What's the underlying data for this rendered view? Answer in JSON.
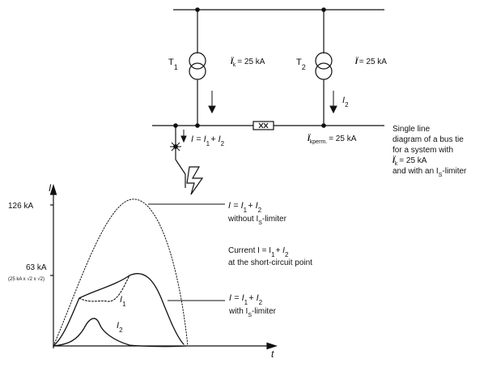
{
  "top_circuit": {
    "t1_label": "T",
    "t1_sub": "1",
    "t1_current_sym": "Ï",
    "t1_current_sub": "k",
    "t1_current_val": "= 25 kA",
    "t2_label": "T",
    "t2_sub": "2",
    "t2_current_sym": "Ï",
    "t2_current_val": "= 25 kA",
    "i2_label": "I",
    "i2_sub": "2",
    "bus_eq_a": "I = I",
    "bus_eq_sub1": "1",
    "bus_eq_b": "+ I",
    "bus_eq_sub2": "2",
    "kperm_sym": "Ï",
    "kperm_sub": "kperm.",
    "kperm_val": "= 25 kA"
  },
  "caption": {
    "line1": "Single line",
    "line2": "diagram of a bus tie",
    "line3": "for a system with",
    "line4_sym": "Ï",
    "line4_sub": "k",
    "line4_val": "= 25 kA",
    "line5_a": "and with an I",
    "line5_sub": "S",
    "line5_b": "-limiter"
  },
  "chart_data": {
    "type": "line",
    "ylabel": "I",
    "xlabel": "t",
    "y_ticks": [
      {
        "value": 126,
        "label": "126 kA"
      },
      {
        "value": 63,
        "label": "63 kA"
      }
    ],
    "y_tick_note": "(25 kA x √2 x √2)",
    "series": [
      {
        "name": "I = I1 + I2 without IS-limiter",
        "style": "dotted"
      },
      {
        "name": "I = I1 + I2 with IS-limiter",
        "style": "solid"
      },
      {
        "name": "I1",
        "style": "solid"
      },
      {
        "name": "I2",
        "style": "solid"
      }
    ],
    "annotations": {
      "upper_eq_a": "I = I",
      "upper_eq_sub1": "1",
      "upper_eq_b": "+ I",
      "upper_eq_sub2": "2",
      "upper_note_a": "without I",
      "upper_note_sub": "S",
      "upper_note_b": "-limiter",
      "current_line1_a": "Current  I = I",
      "current_line1_sub1": "1",
      "current_line1_b": "+ I",
      "current_line1_sub2": "2",
      "current_line2": "at the short-circuit point",
      "lower_eq_a": "I = I",
      "lower_eq_sub1": "1",
      "lower_eq_b": "+ I",
      "lower_eq_sub2": "2",
      "lower_note_a": "with I",
      "lower_note_sub": "S",
      "lower_note_b": "-limiter",
      "i1_label": "I",
      "i1_sub": "1",
      "i2_label": "I",
      "i2_sub": "2"
    }
  }
}
